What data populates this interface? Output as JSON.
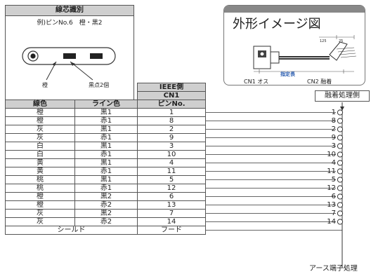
{
  "id_box": {
    "title": "線芯識別",
    "example": "例)ピンNo.6　橙・黒2",
    "label_orange": "橙",
    "label_black_dots": "黒点2個"
  },
  "image_panel": {
    "title": "外形イメージ図",
    "cn1": "CN1 オス",
    "cn2": "CN2 融着",
    "specified_length": "指定長",
    "dim_125": "125",
    "dim_25": "25"
  },
  "solder_side": "融着処理側",
  "table": {
    "ieee_side": "IEEE側",
    "cn1": "CN1",
    "headers": [
      "線色",
      "ライン色",
      "ピンNo."
    ],
    "rows": [
      [
        "橙",
        "黒1",
        "1"
      ],
      [
        "橙",
        "赤1",
        "8"
      ],
      [
        "灰",
        "黒1",
        "2"
      ],
      [
        "灰",
        "赤1",
        "9"
      ],
      [
        "白",
        "黒1",
        "3"
      ],
      [
        "白",
        "赤1",
        "10"
      ],
      [
        "黄",
        "黒1",
        "4"
      ],
      [
        "黄",
        "赤1",
        "11"
      ],
      [
        "桃",
        "黒1",
        "5"
      ],
      [
        "桃",
        "赤1",
        "12"
      ],
      [
        "橙",
        "黒2",
        "6"
      ],
      [
        "橙",
        "赤2",
        "13"
      ],
      [
        "灰",
        "黒2",
        "7"
      ],
      [
        "灰",
        "赤2",
        "14"
      ]
    ],
    "shield": "シールド",
    "hood": "フード"
  },
  "right_pins": [
    "1",
    "8",
    "2",
    "9",
    "3",
    "10",
    "4",
    "11",
    "5",
    "12",
    "6",
    "13",
    "7",
    "14"
  ],
  "ground": "アース端子処理"
}
